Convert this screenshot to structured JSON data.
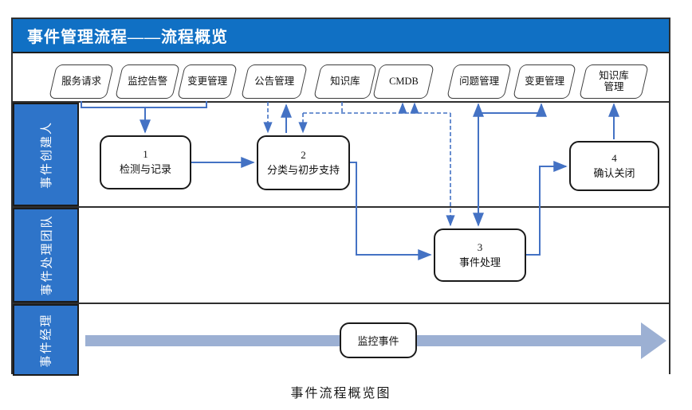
{
  "title": "事件管理流程——流程概览",
  "caption": "事件流程概览图",
  "sources": [
    {
      "label": "服务请求"
    },
    {
      "label": "监控告警"
    },
    {
      "label": "变更管理"
    },
    {
      "label": "公告管理"
    },
    {
      "label": "知识库"
    },
    {
      "label": "CMDB"
    },
    {
      "label": "问题管理"
    },
    {
      "label": "变更管理"
    },
    {
      "label": "知识库管理"
    }
  ],
  "lanes": [
    {
      "label": "事件创建人"
    },
    {
      "label": "事件处理团队"
    },
    {
      "label": "事件经理"
    }
  ],
  "steps": [
    {
      "num": "1",
      "label": "检测与记录"
    },
    {
      "num": "2",
      "label": "分类与初步支持"
    },
    {
      "num": "3",
      "label": "事件处理"
    },
    {
      "num": "4",
      "label": "确认关闭"
    }
  ],
  "monitor": {
    "label": "监控事件"
  },
  "colors": {
    "title_bg": "#1070C4",
    "lane_bg": "#2E74C9",
    "connector": "#4472C4",
    "flow_arrow": "#9CB0D3"
  }
}
